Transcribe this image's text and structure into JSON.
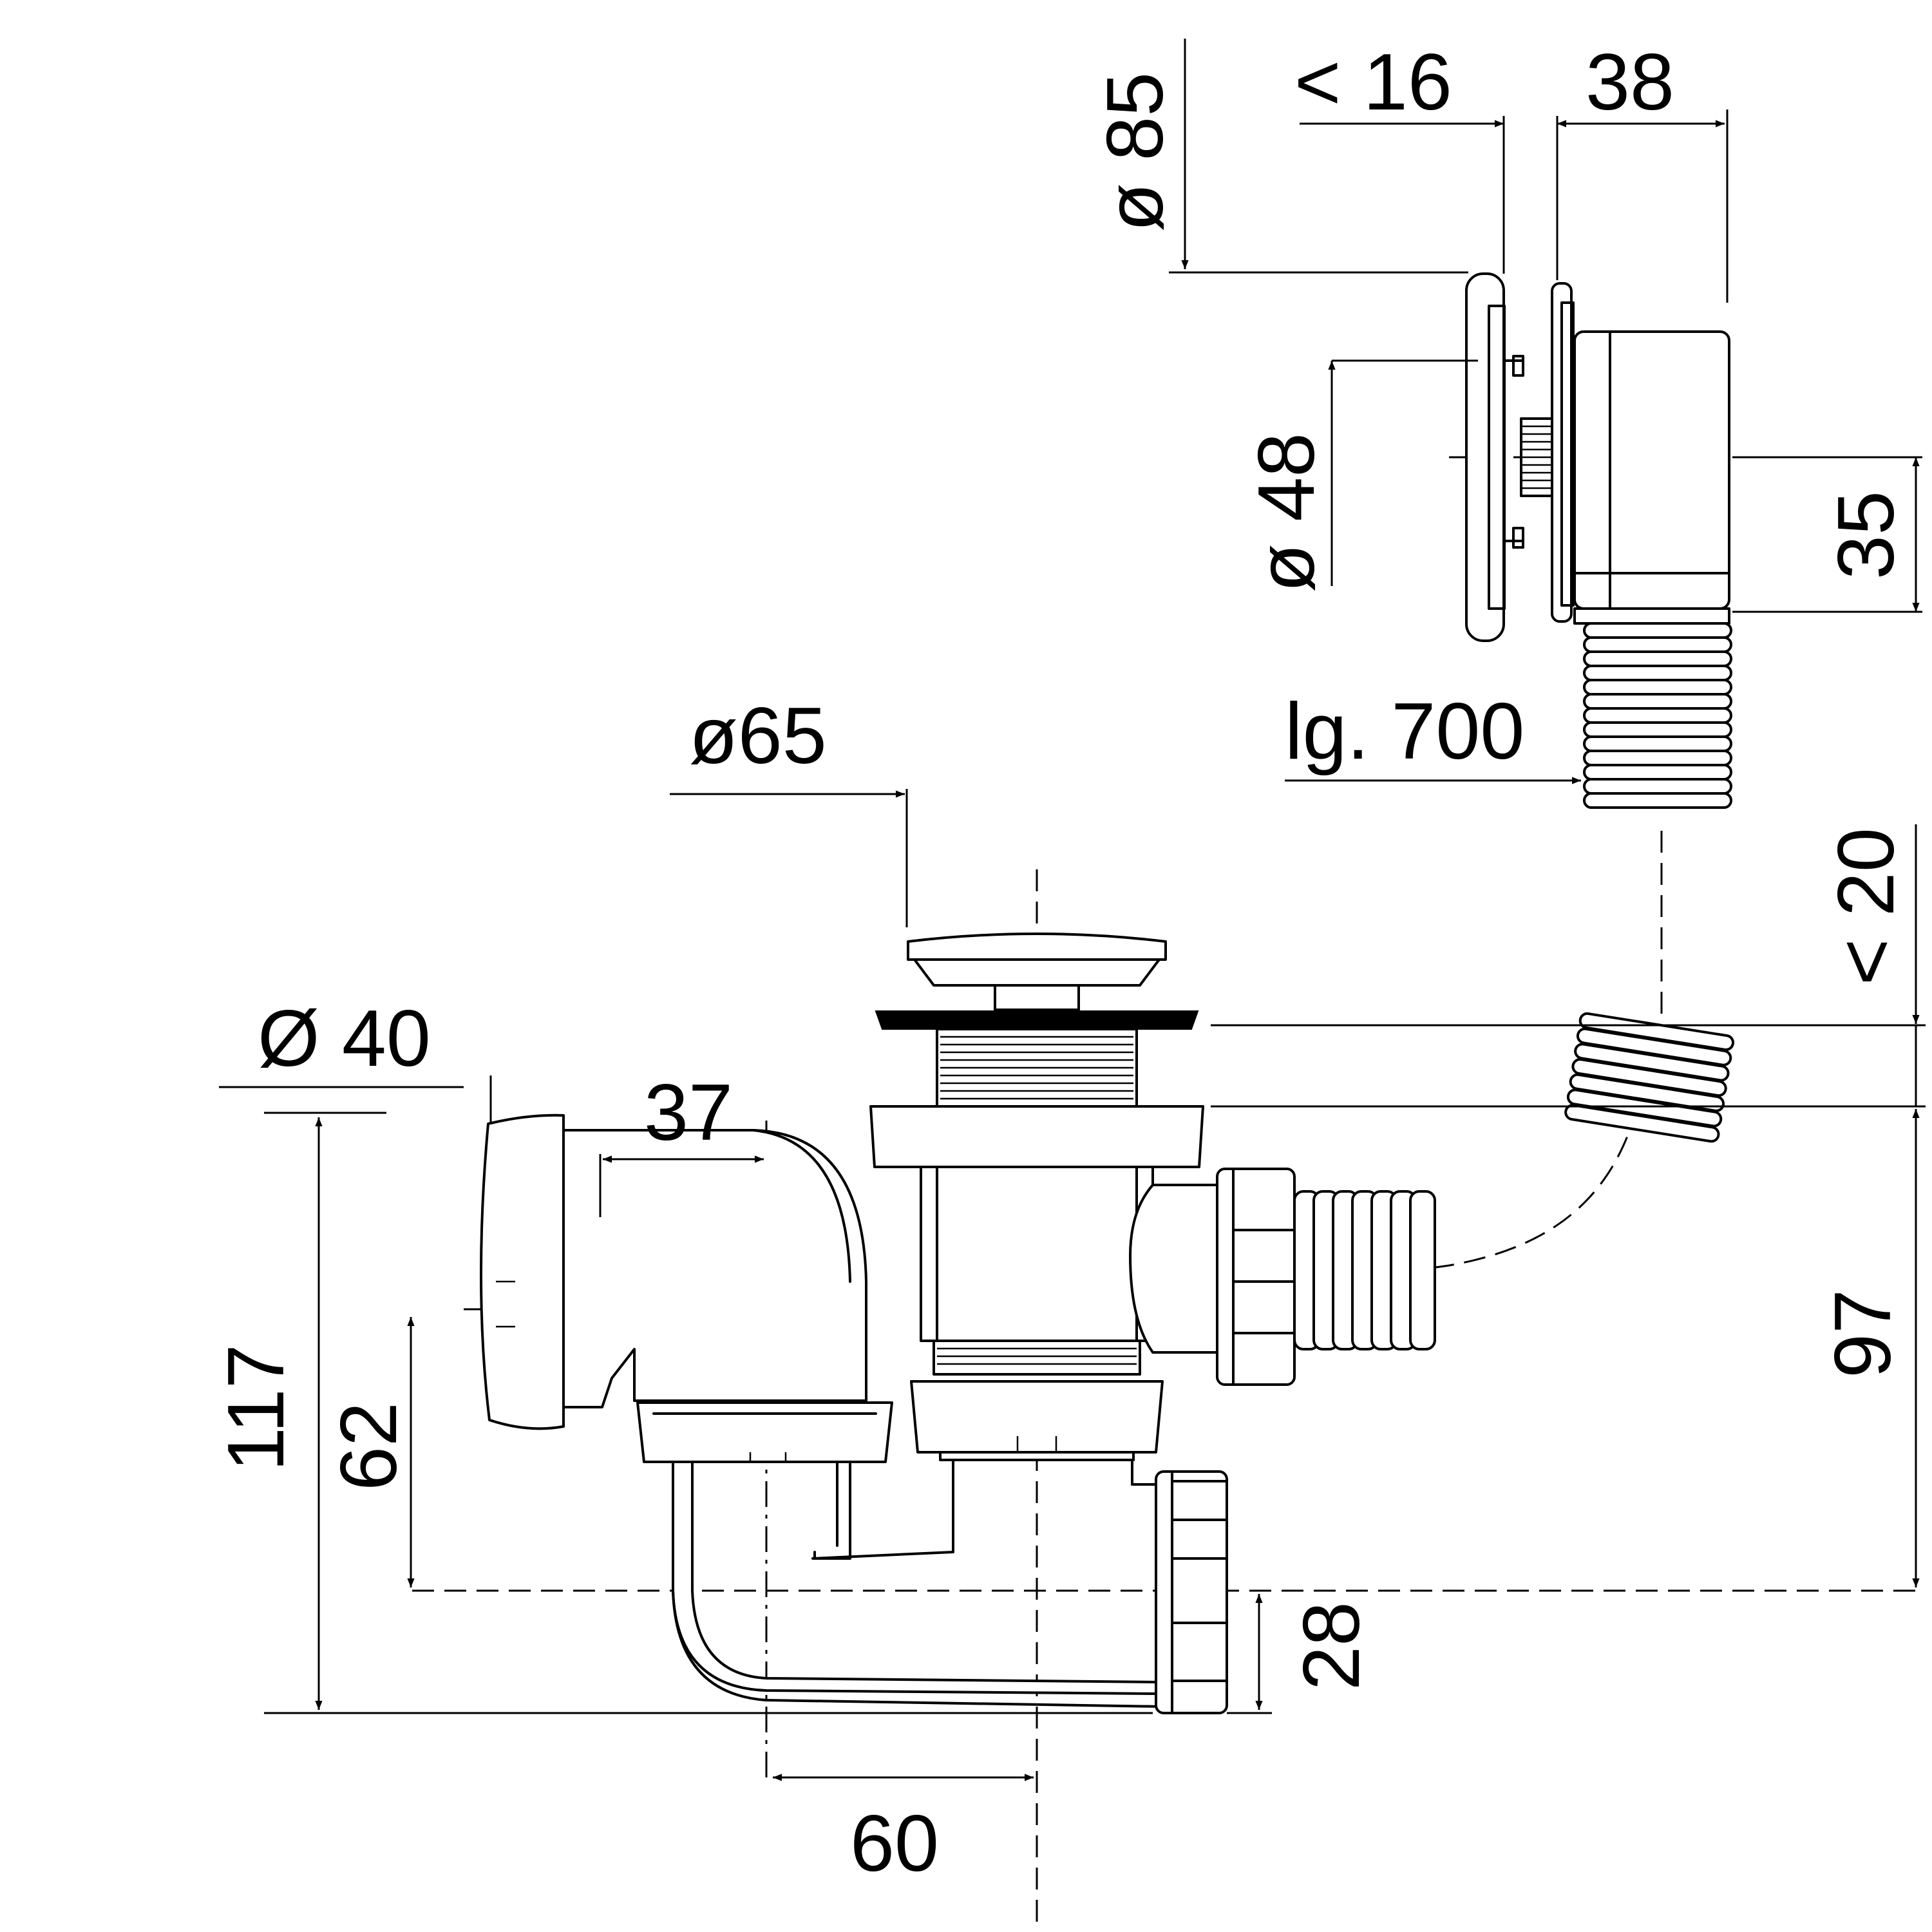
{
  "dimensions": {
    "dia_85": "ø 85",
    "lt_16": "< 16",
    "d_38": "38",
    "dia_48": "ø 48",
    "d_35": "35",
    "lg_700": "lg. 700",
    "dia_65": "ø65",
    "lt_20": "< 20",
    "dia_40": "Ø 40",
    "d_37": "37",
    "d_117": "117",
    "d_62": "62",
    "d_97": "97",
    "d_28": "28",
    "d_60": "60"
  }
}
